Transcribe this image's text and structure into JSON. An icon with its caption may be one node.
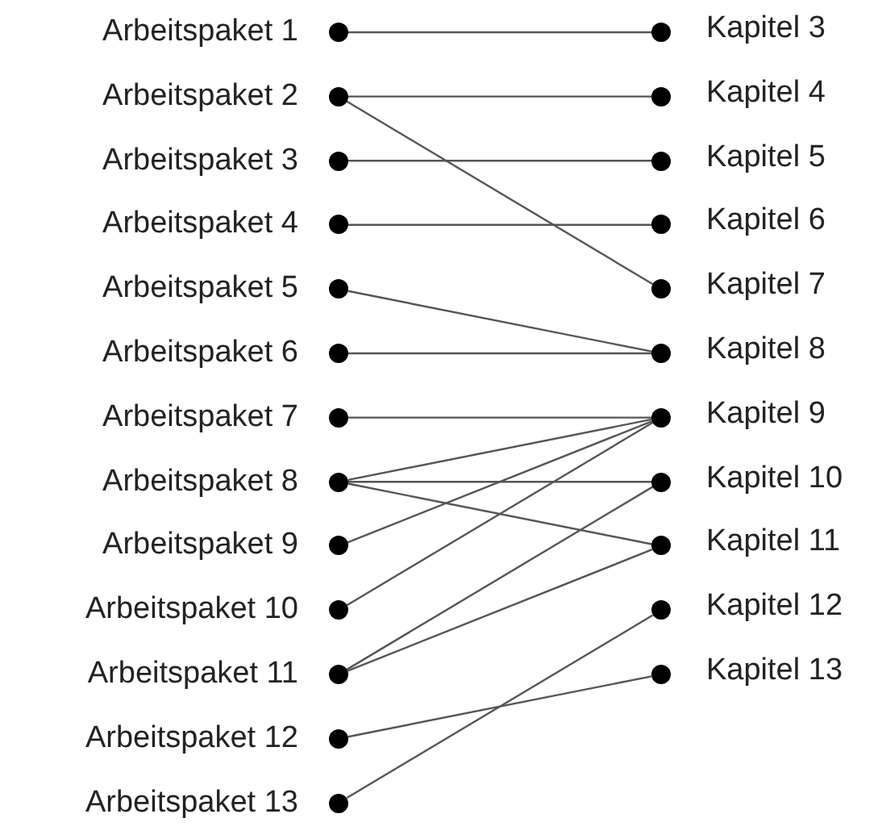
{
  "diagram": {
    "nodes": [
      {
        "text": [],
        "shape": "circle",
        "beside": [
          "Arbeitspaket 1"
        ]
      },
      {
        "text": [],
        "shape": "circle",
        "beside": [
          "Arbeitspaket 2"
        ]
      },
      {
        "text": [],
        "shape": "circle",
        "beside": [
          "Arbeitspaket 3"
        ]
      },
      {
        "text": [],
        "shape": "circle",
        "beside": [
          "Arbeitspaket 4"
        ]
      },
      {
        "text": [],
        "shape": "circle",
        "beside": [
          "Arbeitspaket 5"
        ]
      },
      {
        "text": [],
        "shape": "circle",
        "beside": [
          "Arbeitspaket 6"
        ]
      },
      {
        "text": [],
        "shape": "circle",
        "beside": [
          "Arbeitspaket 7"
        ]
      },
      {
        "text": [],
        "shape": "circle",
        "beside": [
          "Arbeitspaket 8"
        ]
      },
      {
        "text": [],
        "shape": "circle",
        "beside": [
          "Arbeitspaket 9"
        ]
      },
      {
        "text": [],
        "shape": "circle",
        "beside": [
          "Arbeitspaket 10"
        ]
      },
      {
        "text": [],
        "shape": "circle",
        "beside": [
          "Arbeitspaket 11"
        ]
      },
      {
        "text": [],
        "shape": "circle",
        "beside": [
          "Arbeitspaket 12"
        ]
      },
      {
        "text": [],
        "shape": "circle",
        "beside": [
          "Arbeitspaket 13"
        ]
      },
      {
        "text": [],
        "shape": "circle",
        "beside": [
          "Kapitel 3"
        ]
      },
      {
        "text": [],
        "shape": "circle",
        "beside": [
          "Kapitel 4"
        ]
      },
      {
        "text": [],
        "shape": "circle",
        "beside": [
          "Kapitel 5"
        ]
      },
      {
        "text": [],
        "shape": "circle",
        "beside": [
          "Kapitel 6"
        ]
      },
      {
        "text": [],
        "shape": "circle",
        "beside": [
          "Kapitel 7"
        ]
      },
      {
        "text": [],
        "shape": "circle",
        "beside": [
          "Kapitel 8"
        ]
      },
      {
        "text": [],
        "shape": "circle",
        "beside": [
          "Kapitel 9"
        ]
      },
      {
        "text": [],
        "shape": "circle",
        "beside": [
          "Kapitel 10"
        ]
      },
      {
        "text": [],
        "shape": "circle",
        "beside": [
          "Kapitel 11"
        ]
      },
      {
        "text": [],
        "shape": "circle",
        "beside": [
          "Kapitel 12"
        ]
      },
      {
        "text": [],
        "shape": "circle",
        "beside": [
          "Kapitel 13"
        ]
      }
    ],
    "edges": [
      {
        "from": 0,
        "to": 13,
        "arrow": "none"
      },
      {
        "from": 1,
        "to": 14,
        "arrow": "none"
      },
      {
        "from": 1,
        "to": 17,
        "arrow": "none"
      },
      {
        "from": 2,
        "to": 15,
        "arrow": "none"
      },
      {
        "from": 3,
        "to": 16,
        "arrow": "none"
      },
      {
        "from": 4,
        "to": 18,
        "arrow": "none"
      },
      {
        "from": 5,
        "to": 18,
        "arrow": "none"
      },
      {
        "from": 6,
        "to": 19,
        "arrow": "none"
      },
      {
        "from": 7,
        "to": 19,
        "arrow": "none"
      },
      {
        "from": 7,
        "to": 20,
        "arrow": "none"
      },
      {
        "from": 7,
        "to": 21,
        "arrow": "none"
      },
      {
        "from": 8,
        "to": 19,
        "arrow": "none"
      },
      {
        "from": 9,
        "to": 19,
        "arrow": "none"
      },
      {
        "from": 10,
        "to": 20,
        "arrow": "none"
      },
      {
        "from": 10,
        "to": 21,
        "arrow": "none"
      },
      {
        "from": 11,
        "to": 23,
        "arrow": "none"
      },
      {
        "from": 12,
        "to": 22,
        "arrow": "none"
      }
    ]
  }
}
